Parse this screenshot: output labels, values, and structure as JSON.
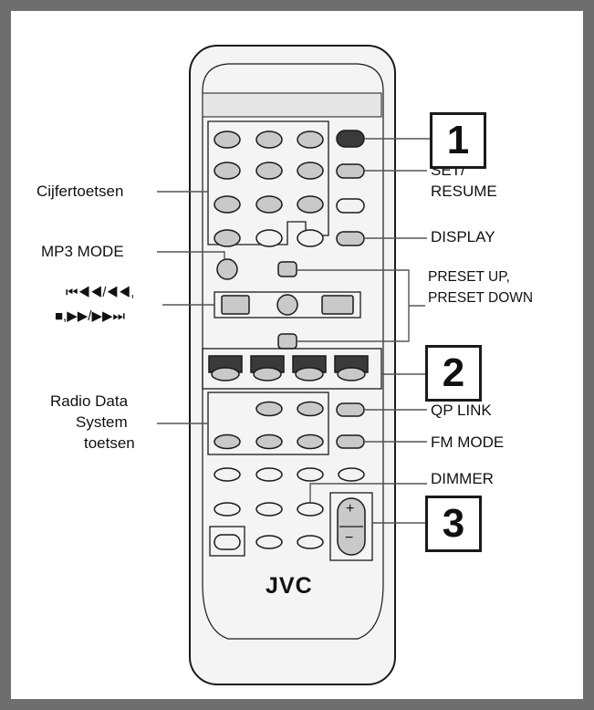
{
  "colors": {
    "frame": "#6e6e6e",
    "button_fill": "#c9c9c9",
    "button_dark": "#3a3a3a",
    "remote_body": "#f2f2f2",
    "leader_line": "#555555"
  },
  "icons": {
    "badges": "numbered-box",
    "remote": "remote-control-outline"
  },
  "labels": {
    "left": {
      "cijfertoetsen": "Cijfertoetsen",
      "mp3_mode": "MP3 MODE",
      "skip_line1": "⏮◀◀/◀◀,",
      "skip_line2": "■,▶▶/▶▶⏭",
      "rds_line1": "Radio Data",
      "rds_line2": "System",
      "rds_line3": "toetsen"
    },
    "right": {
      "set_resume_line1": "SET/",
      "set_resume_line2": "RESUME",
      "display": "DISPLAY",
      "preset_line1": "PRESET UP,",
      "preset_line2": "PRESET DOWN",
      "qp_link": "QP LINK",
      "fm_mode": "FM MODE",
      "dimmer": "DIMMER"
    }
  },
  "badges": [
    "1",
    "2",
    "3"
  ],
  "remote": {
    "brand": "JVC",
    "vol_plus": "+",
    "vol_minus": "−"
  }
}
